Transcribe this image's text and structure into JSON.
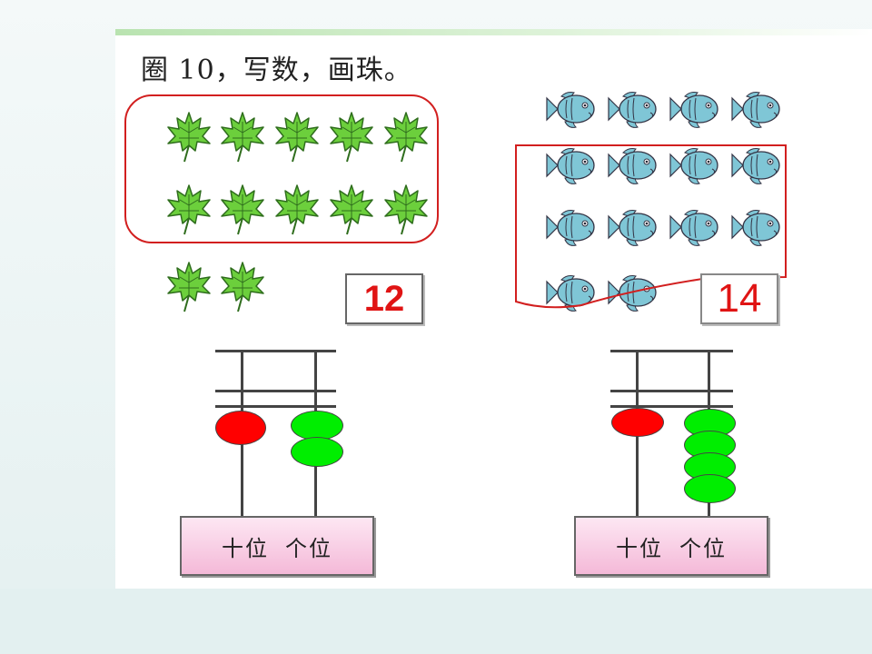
{
  "title": "圈 10，写数，画珠。",
  "left": {
    "objects": "leaf",
    "ones_count": 2,
    "answer": "12",
    "abacus": {
      "tens_beads": 1,
      "ones_beads": 2,
      "tens_label": "十位",
      "ones_label": "个位"
    }
  },
  "right": {
    "objects": "fish",
    "answer": "14",
    "abacus": {
      "tens_beads": 1,
      "ones_beads": 4,
      "tens_label": "十位",
      "ones_label": "个位"
    }
  },
  "colors": {
    "circle": "#d21f1f",
    "tens_bead": "#ff0000",
    "ones_bead": "#00ee00",
    "answer": "#e01414",
    "leaf": "#6ccf3c",
    "fish": "#7fc6d6"
  }
}
